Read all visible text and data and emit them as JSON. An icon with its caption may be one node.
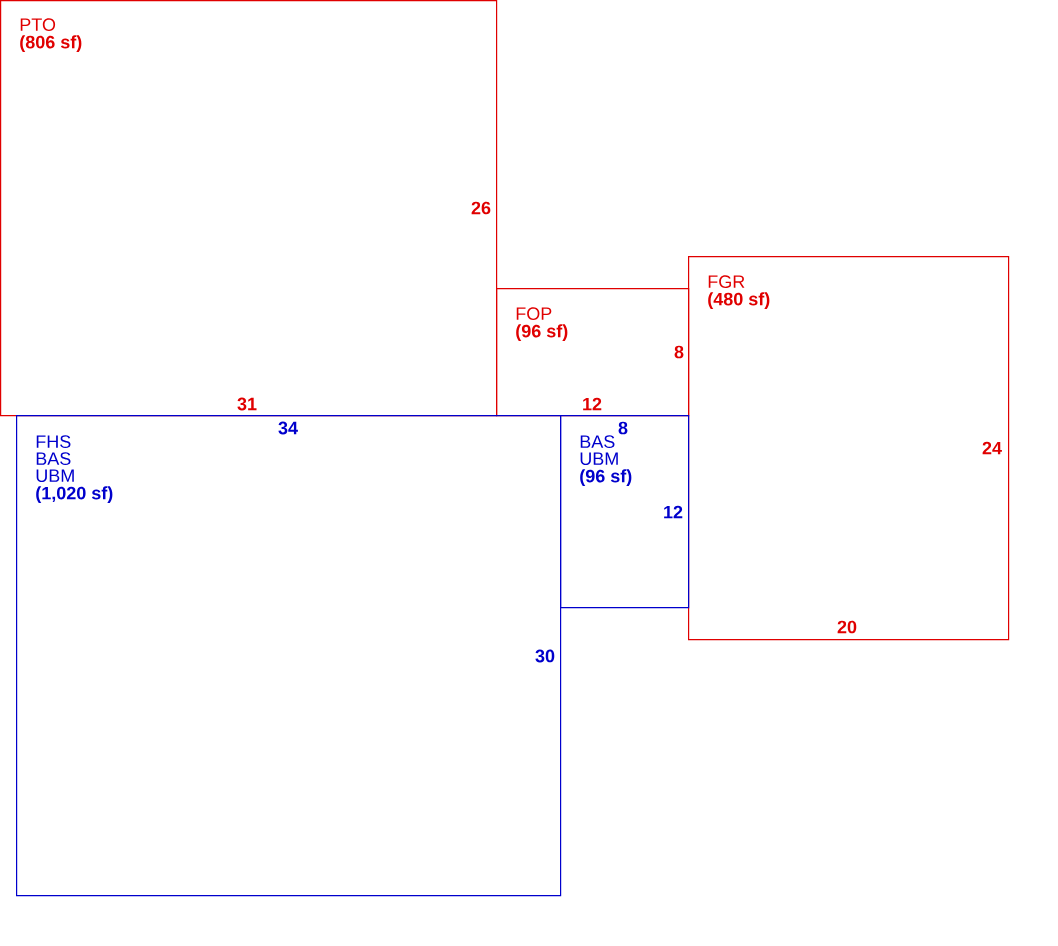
{
  "diagram": {
    "nodes": [
      {
        "text": [
          "PTO",
          "(806 sf)"
        ]
      },
      {
        "text": [
          "FOP",
          "(96 sf)"
        ]
      },
      {
        "text": [
          "FGR",
          "(480 sf)"
        ]
      },
      {
        "text": [
          "FHS BAS UBM",
          "(1,020 sf)"
        ]
      },
      {
        "text": [
          "BAS UBM",
          "(96 sf)"
        ]
      }
    ],
    "labels": [
      "26",
      "8",
      "31",
      "12",
      "34",
      "8",
      "24",
      "12",
      "20",
      "30"
    ]
  }
}
